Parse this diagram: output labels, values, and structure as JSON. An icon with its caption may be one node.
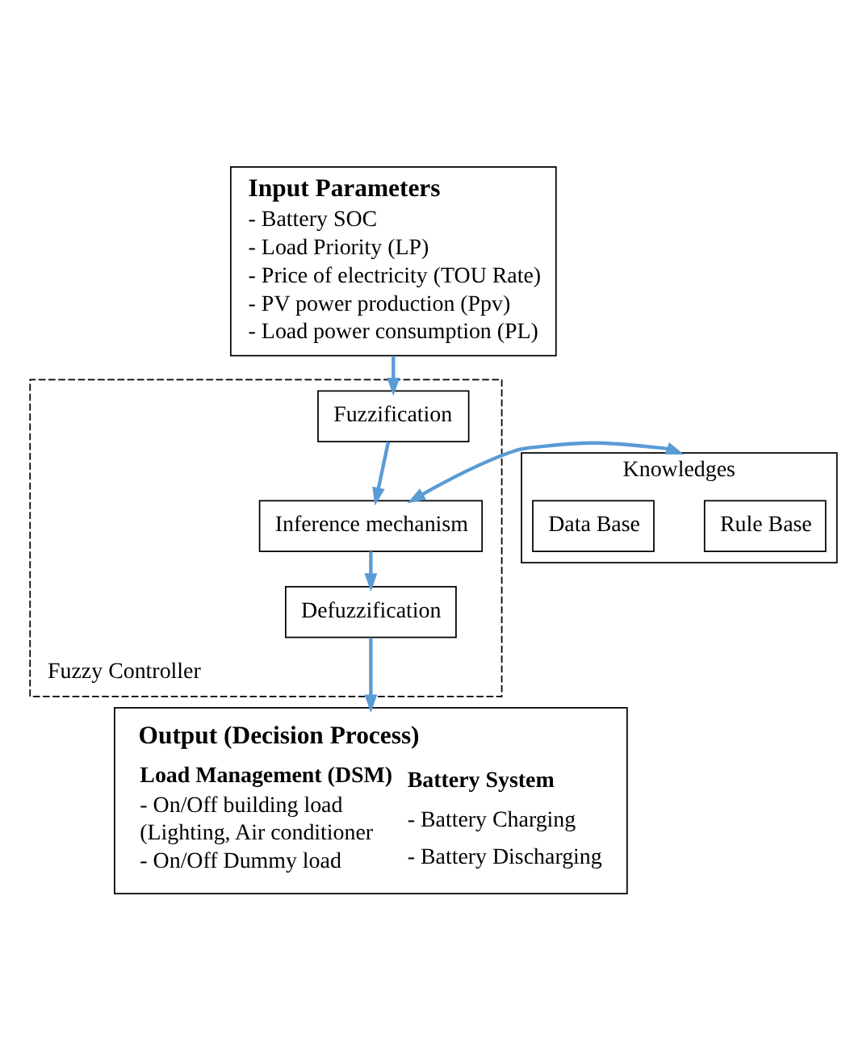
{
  "diagram": {
    "nodes": [
      {
        "text": [
          "Input Parameters",
          "- Battery SOC",
          "- Load Priority (LP)",
          "- Price of electricity (TOU Rate)",
          "- PV power production (Ppv)",
          "- Load power consumption (PL)"
        ]
      },
      {
        "text": [
          "Fuzzy Controller"
        ]
      },
      {
        "text": [
          "Fuzzification"
        ],
        "in": 1
      },
      {
        "text": [
          "Inference mechanism"
        ],
        "in": 1
      },
      {
        "text": [
          "Defuzzification"
        ],
        "in": 1
      },
      {
        "text": [
          "Knowledges"
        ]
      },
      {
        "text": [
          "Rule Base"
        ],
        "in": 5
      },
      {
        "text": [
          "Data Base"
        ],
        "in": 5
      },
      {
        "text": [
          "Output (Decision Process)",
          "Load Management (DSM)",
          "- On/Off building load",
          "(Lighting, Air conditioner",
          "- On/Off Dummy load",
          "Battery System",
          "- Battery Charging",
          "- Battery Discharging"
        ]
      }
    ],
    "edges": [
      {
        "from": 0,
        "to": 2,
        "arrow": "to"
      },
      {
        "from": 2,
        "to": 3,
        "arrow": "to"
      },
      {
        "from": 3,
        "to": 5,
        "arrow": "both"
      },
      {
        "from": 3,
        "to": 4,
        "arrow": "to"
      },
      {
        "from": 4,
        "to": 8,
        "arrow": "to"
      }
    ]
  }
}
